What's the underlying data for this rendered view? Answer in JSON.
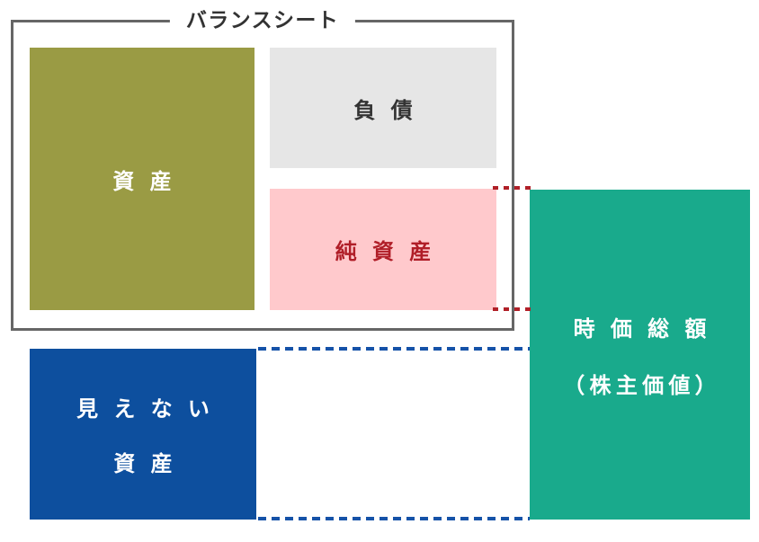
{
  "diagram": {
    "title": "バランスシート",
    "balance_sheet": {
      "assets": {
        "label": "資 産"
      },
      "liabilities": {
        "label": "負 債"
      },
      "net_assets": {
        "label": "純 資 産"
      }
    },
    "invisible_assets": {
      "line1": "見 え な い",
      "line2": "資 産"
    },
    "market_cap": {
      "line1": "時 価 総 額",
      "line2": "（株主価値）"
    },
    "colors": {
      "title_text": "#333333",
      "frame_border": "#666666",
      "assets_bg": "#9a9b44",
      "liabilities_bg": "#e6e6e6",
      "liabilities_text": "#333333",
      "net_assets_bg": "#ffc9cc",
      "net_assets_text": "#b01e28",
      "invisible_assets_bg": "#0d4f9e",
      "market_cap_bg": "#19aa8c",
      "label_on_dark": "#ffffff",
      "red_connector": "#b02028",
      "blue_connector": "#1552a8"
    }
  }
}
